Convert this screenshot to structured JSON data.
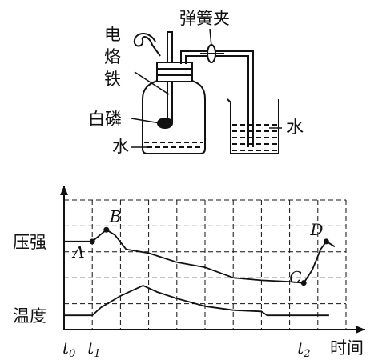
{
  "apparatus": {
    "labels": {
      "electric_iron": "电烙铁",
      "spring_clip": "弹簧夹",
      "white_phosphorus": "白磷",
      "water_left": "水",
      "water_right": "水"
    }
  },
  "chart_data": {
    "type": "line",
    "y_labels": [
      "压强",
      "温度"
    ],
    "x_label": "时间",
    "x_ticks": [
      {
        "base": "t",
        "sub": "0"
      },
      {
        "base": "t",
        "sub": "1"
      },
      {
        "base": "t",
        "sub": "2"
      }
    ],
    "points": [
      {
        "name": "A",
        "t": 1.0,
        "value": 6.8
      },
      {
        "name": "B",
        "t": 1.5,
        "value": 7.7
      },
      {
        "name": "C",
        "t": 8.5,
        "value": 3.6
      },
      {
        "name": "D",
        "t": 9.3,
        "value": 6.8
      }
    ],
    "x_range": [
      0,
      10
    ],
    "y_range": [
      0,
      10
    ],
    "grid": true,
    "series": [
      {
        "key": "pressure",
        "x": [
          0,
          1.0,
          1.5,
          1.8,
          2.2,
          3,
          4,
          5,
          6,
          7,
          8,
          8.5,
          8.8,
          9.1,
          9.3,
          9.6
        ],
        "y": [
          6.8,
          6.8,
          7.7,
          7.3,
          6.2,
          5.9,
          5.2,
          4.8,
          4.0,
          3.8,
          3.7,
          3.6,
          4.6,
          6.2,
          6.8,
          6.4
        ]
      },
      {
        "key": "temperature",
        "x": [
          0,
          1.0,
          1.3,
          2,
          2.8,
          3.3,
          4,
          5,
          6,
          7,
          7.2,
          8,
          9.4
        ],
        "y": [
          1.1,
          1.1,
          1.7,
          2.6,
          3.4,
          2.9,
          2.4,
          1.8,
          1.5,
          1.4,
          1.1,
          1.1,
          1.1
        ]
      }
    ]
  }
}
